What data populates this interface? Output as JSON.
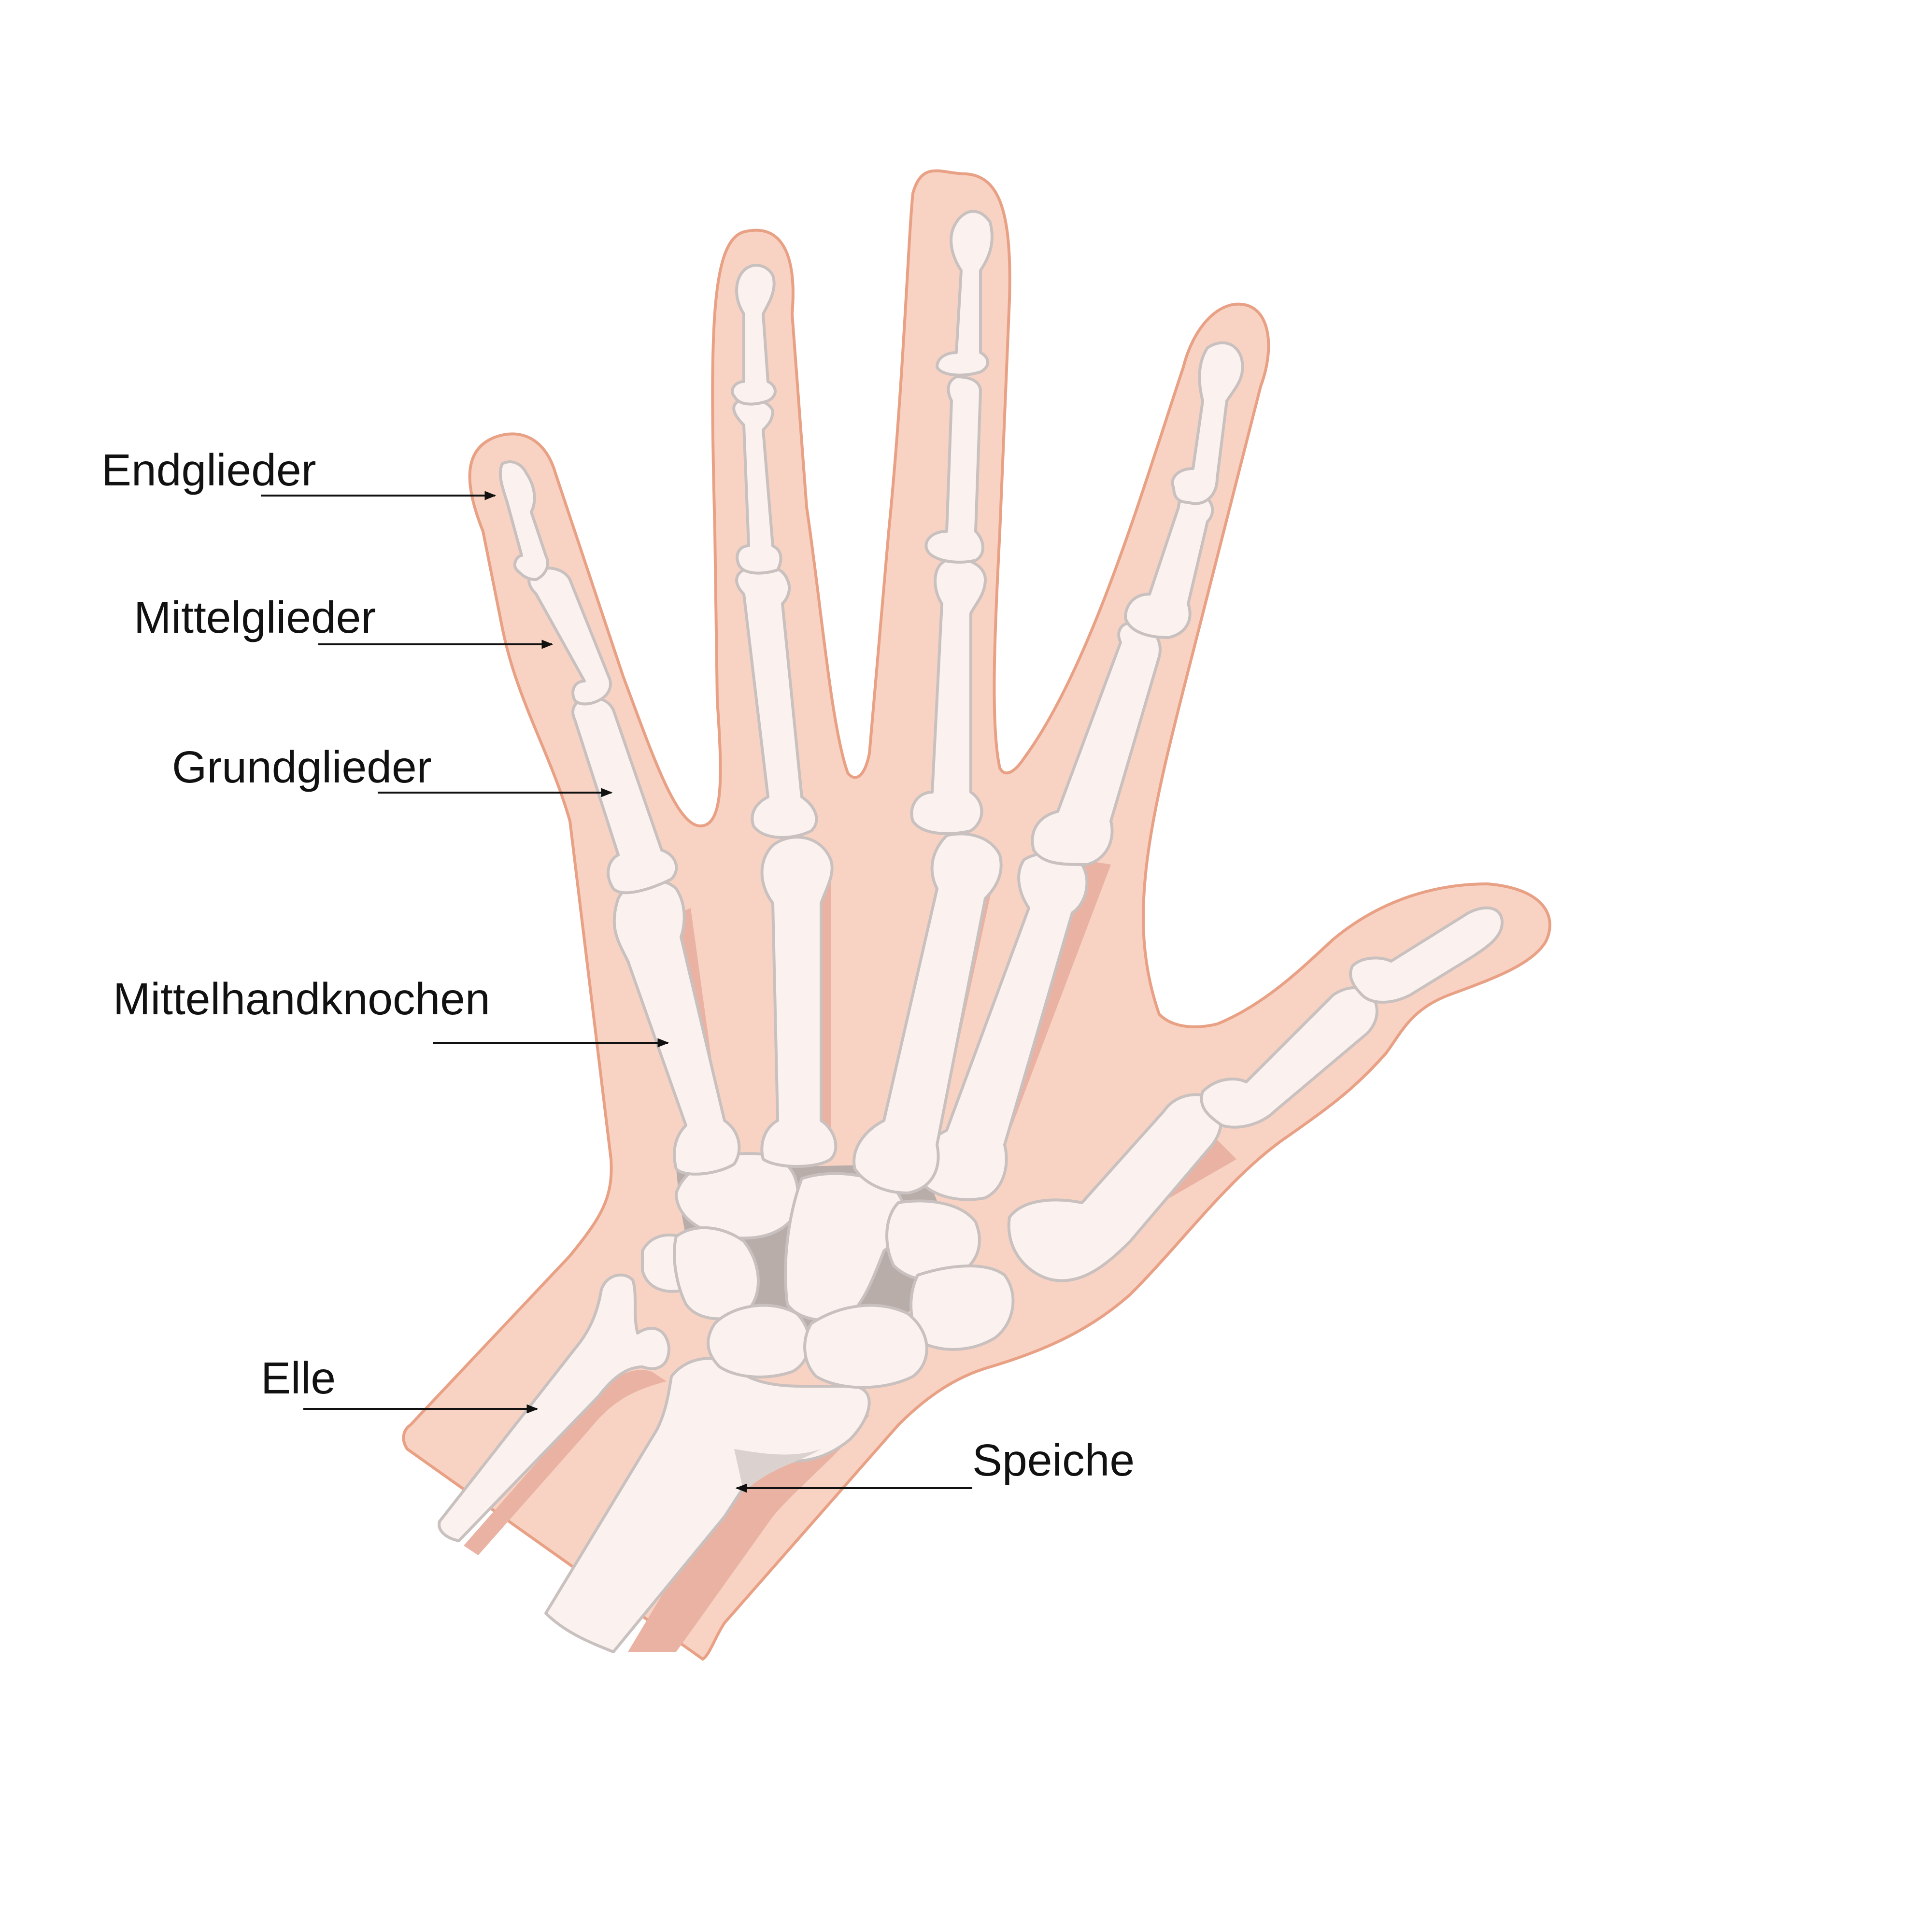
{
  "diagram": {
    "labels": {
      "distal_phalanges": "Endglieder",
      "middle_phalanges": "Mittelglieder",
      "proximal_phalanges": "Grundglieder",
      "metacarpals": "Mittelhandknochen",
      "ulna": "Elle",
      "radius": "Speiche"
    }
  },
  "colors": {
    "skin": "#f8d3c3",
    "skin_outline": "#e9a186",
    "bone": "#fbf2ef",
    "bone_outline": "#c9c1bf",
    "bone_shadow": "#e9b2a2",
    "text": "#111111"
  }
}
